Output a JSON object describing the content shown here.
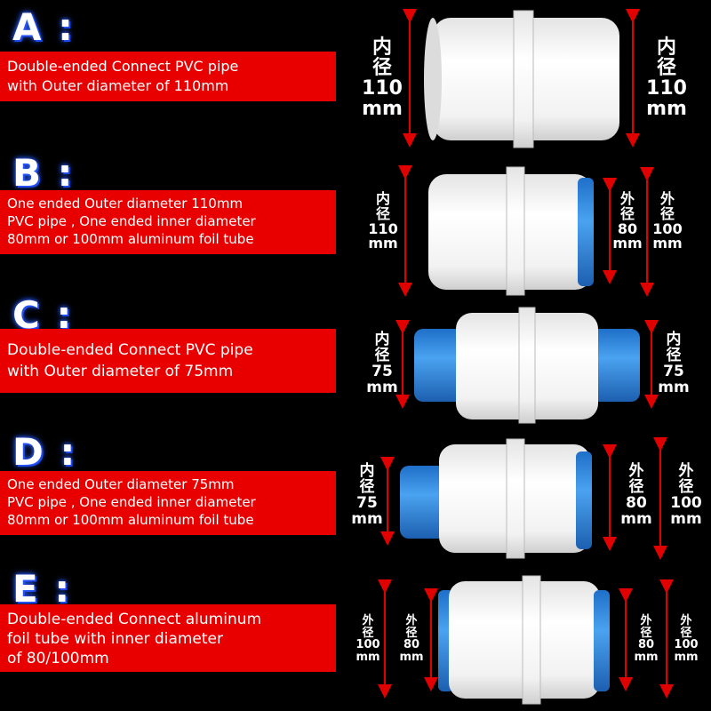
{
  "sections": [
    {
      "letter": "A :",
      "lines": [
        "Double-ended Connect PVC pipe",
        "with Outer diameter of 110mm"
      ],
      "left_dim": [
        "内",
        "径",
        "110",
        "mm"
      ],
      "right_dim": [
        "内",
        "径",
        "110",
        "mm"
      ]
    },
    {
      "letter": "B :",
      "lines": [
        "One ended Outer diameter 110mm",
        "PVC pipe , One ended inner diameter",
        "80mm or 100mm aluminum foil tube"
      ],
      "left_dim": [
        "内",
        "径",
        "110",
        "mm"
      ],
      "right_dim1": [
        "外",
        "径",
        "80",
        "mm"
      ],
      "right_dim2": [
        "外",
        "径",
        "100",
        "mm"
      ]
    },
    {
      "letter": "C :",
      "lines": [
        "Double-ended Connect PVC pipe",
        "with Outer diameter of 75mm"
      ],
      "left_dim": [
        "内",
        "径",
        "75",
        "mm"
      ],
      "right_dim": [
        "内",
        "径",
        "75",
        "mm"
      ]
    },
    {
      "letter": "D :",
      "lines": [
        "One ended Outer diameter 75mm",
        "PVC pipe , One ended inner diameter",
        "80mm or 100mm aluminum foil tube"
      ],
      "left_dim": [
        "内",
        "径",
        "75",
        "mm"
      ],
      "right_dim1": [
        "外",
        "径",
        "80",
        "mm"
      ],
      "right_dim2": [
        "外",
        "径",
        "100",
        "mm"
      ]
    },
    {
      "letter": "E :",
      "lines": [
        "Double-ended Connect aluminum",
        "foil tube with inner diameter",
        "of 80/100mm"
      ],
      "left_dim1": [
        "外",
        "径",
        "100",
        "mm"
      ],
      "left_dim2": [
        "外",
        "径",
        "80",
        "mm"
      ],
      "right_dim1": [
        "外",
        "径",
        "80",
        "mm"
      ],
      "right_dim2": [
        "外",
        "径",
        "100",
        "mm"
      ]
    }
  ],
  "colors": {
    "banner": "#e80000",
    "pipe": "#f4f4f4",
    "blue": "#2a86e0",
    "arrow": "#e00000"
  }
}
